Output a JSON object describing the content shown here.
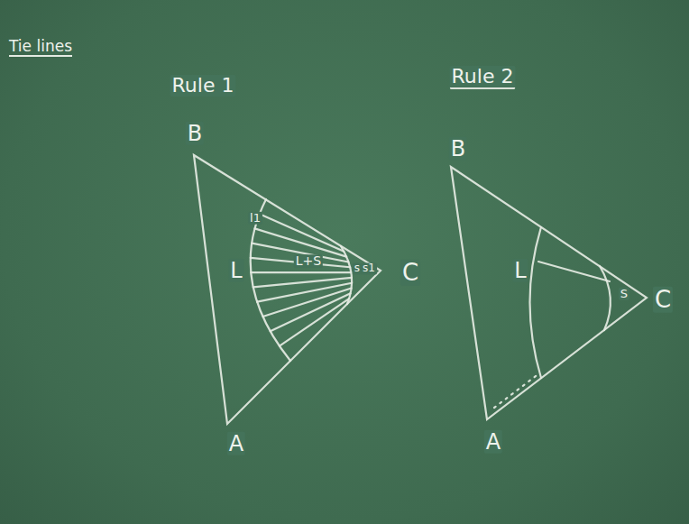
{
  "diagram": {
    "title": "Tie lines",
    "labels": [
      "Rule 1",
      "Rule 2",
      "B",
      "L",
      "l1",
      "L+S",
      "s",
      "s1",
      "C",
      "A",
      "B",
      "L",
      "S",
      "C",
      "A"
    ]
  }
}
